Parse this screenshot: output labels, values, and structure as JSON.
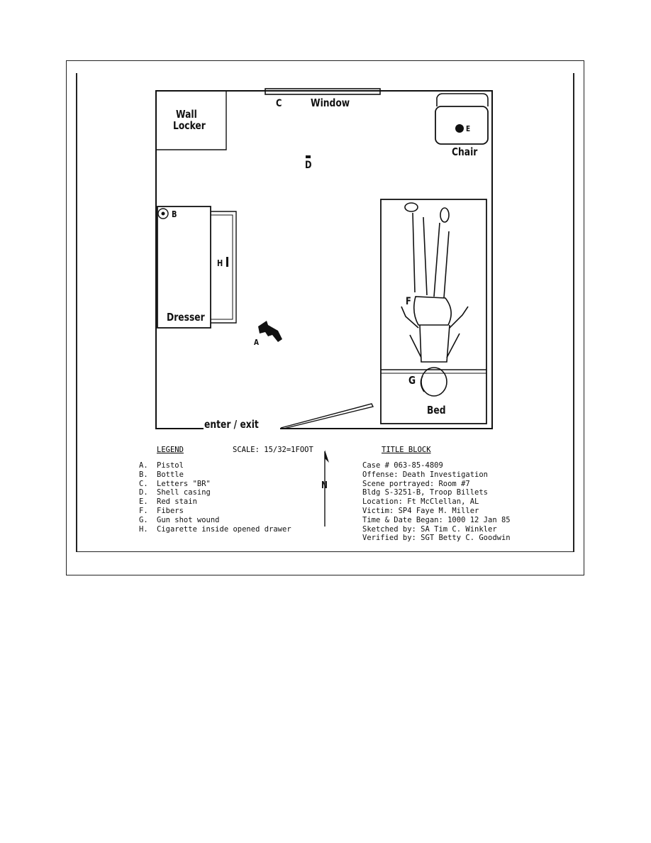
{
  "diagram": {
    "room_labels": {
      "wall_locker_line1": "Wall",
      "wall_locker_line2": "Locker",
      "window": "Window",
      "chair": "Chair",
      "dresser": "Dresser",
      "bed": "Bed",
      "door": "enter / exit",
      "north": "N"
    },
    "markers": {
      "A": "A",
      "B": "B",
      "C": "C",
      "D": "D",
      "E": "E",
      "F": "F",
      "G": "G",
      "H": "H"
    }
  },
  "legend": {
    "heading": "LEGEND",
    "scale": "SCALE:  15/32=1FOOT",
    "items": [
      {
        "key": "A.",
        "text": "Pistol"
      },
      {
        "key": "B.",
        "text": "Bottle"
      },
      {
        "key": "C.",
        "text": "Letters \"BR\""
      },
      {
        "key": "D.",
        "text": "Shell casing"
      },
      {
        "key": "E.",
        "text": "Red stain"
      },
      {
        "key": "F.",
        "text": "Fibers"
      },
      {
        "key": "G.",
        "text": "Gun shot wound"
      },
      {
        "key": "H.",
        "text": "Cigarette inside opened drawer"
      }
    ]
  },
  "title_block": {
    "heading": "TITLE BLOCK",
    "lines": [
      "Case # 063-85-4809",
      "Offense:  Death Investigation",
      "Scene portrayed:  Room #7",
      "Bldg S-3251-B, Troop Billets",
      "Location: Ft McClellan, AL",
      "Victim:  SP4 Faye M. Miller",
      "Time & Date Began:  1000 12 Jan 85",
      "Sketched by:  SA Tim C. Winkler",
      "Verified by:  SGT Betty C. Goodwin"
    ]
  }
}
